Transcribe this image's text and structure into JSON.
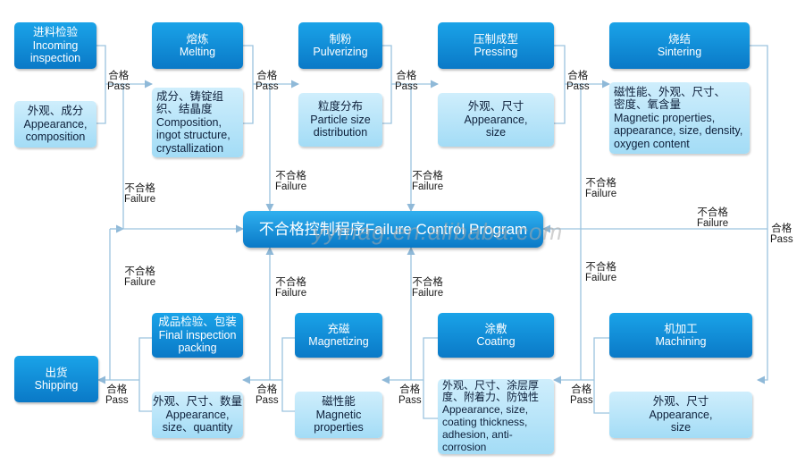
{
  "stages": {
    "incoming": {
      "zh": "进料检验",
      "en": "Incoming inspection"
    },
    "melting": {
      "zh": "熔炼",
      "en": "Melting"
    },
    "pulverizing": {
      "zh": "制粉",
      "en": "Pulverizing"
    },
    "pressing": {
      "zh": "压制成型",
      "en": "Pressing"
    },
    "sintering": {
      "zh": "烧结",
      "en": "Sintering"
    },
    "final": {
      "zh": "成品检验、包装",
      "en": "Final inspection packing"
    },
    "magnetizing": {
      "zh": "充磁",
      "en": "Magnetizing"
    },
    "coating": {
      "zh": "涂敷",
      "en": "Coating"
    },
    "machining": {
      "zh": "机加工",
      "en": "Machining"
    },
    "shipping": {
      "zh": "出货",
      "en": "Shipping"
    }
  },
  "checks": {
    "incoming": {
      "zh": "外观、成分",
      "en": "Appearance, composition"
    },
    "melting": {
      "zh": "成分、铸锭组织、结晶度",
      "en": "Composition, ingot structure, crystallization"
    },
    "pulverizing": {
      "zh": "粒度分布",
      "en": "Particle size distribution"
    },
    "pressing": {
      "zh": "外观、尺寸",
      "en": "Appearance, size"
    },
    "sintering": {
      "zh": "磁性能、外观、尺寸、密度、氧含量",
      "en": "Magnetic properties, appearance, size, density, oxygen content"
    },
    "final": {
      "zh": "外观、尺寸、数量",
      "en": "Appearance, size、quantity"
    },
    "magnetizing": {
      "zh": "磁性能",
      "en": "Magnetic properties"
    },
    "coating": {
      "zh": "外观、尺寸、涂层厚度、附着力、防蚀性",
      "en": "Appearance, size, coating thickness, adhesion, anti-corrosion"
    },
    "machining": {
      "zh": "外观、尺寸",
      "en": "Appearance, size"
    }
  },
  "control": {
    "text": "不合格控制程序Failure Control Program"
  },
  "labels": {
    "pass_zh": "合格",
    "pass_en": "Pass",
    "fail_zh": "不合格",
    "fail_en": "Failure"
  },
  "watermark": "yymag.en.alibaba.com",
  "colors": {
    "stage": "#0a79c7",
    "check": "#bfe6f9",
    "line": "#8fb9d8"
  }
}
